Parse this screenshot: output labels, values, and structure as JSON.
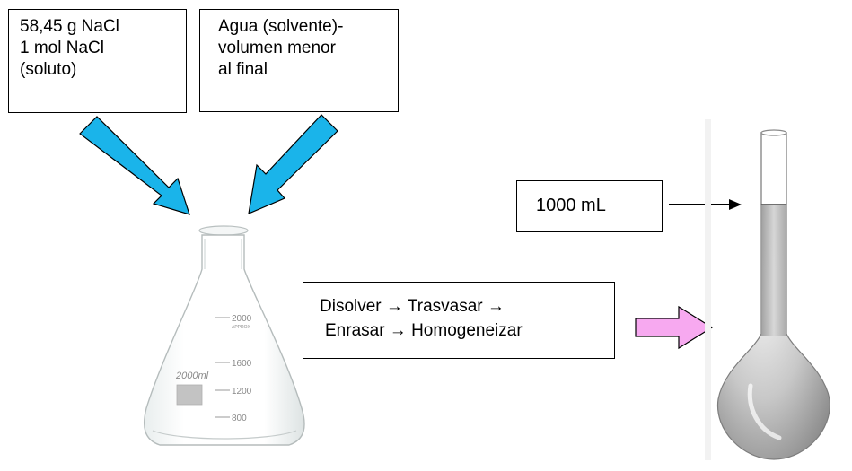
{
  "solute_box": {
    "lines": [
      "58,45 g NaCl",
      "1 mol NaCl",
      "(soluto)"
    ]
  },
  "solvent_box": {
    "lines": [
      "Agua (solvente)-",
      "volumen menor",
      "al final"
    ]
  },
  "volume_box": {
    "label": "1000 mL"
  },
  "steps_box": {
    "lines": [
      "Disolver → Trasvasar →",
      "Enrasar → Homogeneizar"
    ]
  },
  "erlenmeyer": {
    "marking": "2000ml",
    "approx": "APPROX",
    "ticks": [
      "2000",
      "1600",
      "1200",
      "800"
    ]
  },
  "colors": {
    "arrow_blue": "#1ab4ea",
    "arrow_pink": "#f7a9f0",
    "outline": "#000000"
  }
}
